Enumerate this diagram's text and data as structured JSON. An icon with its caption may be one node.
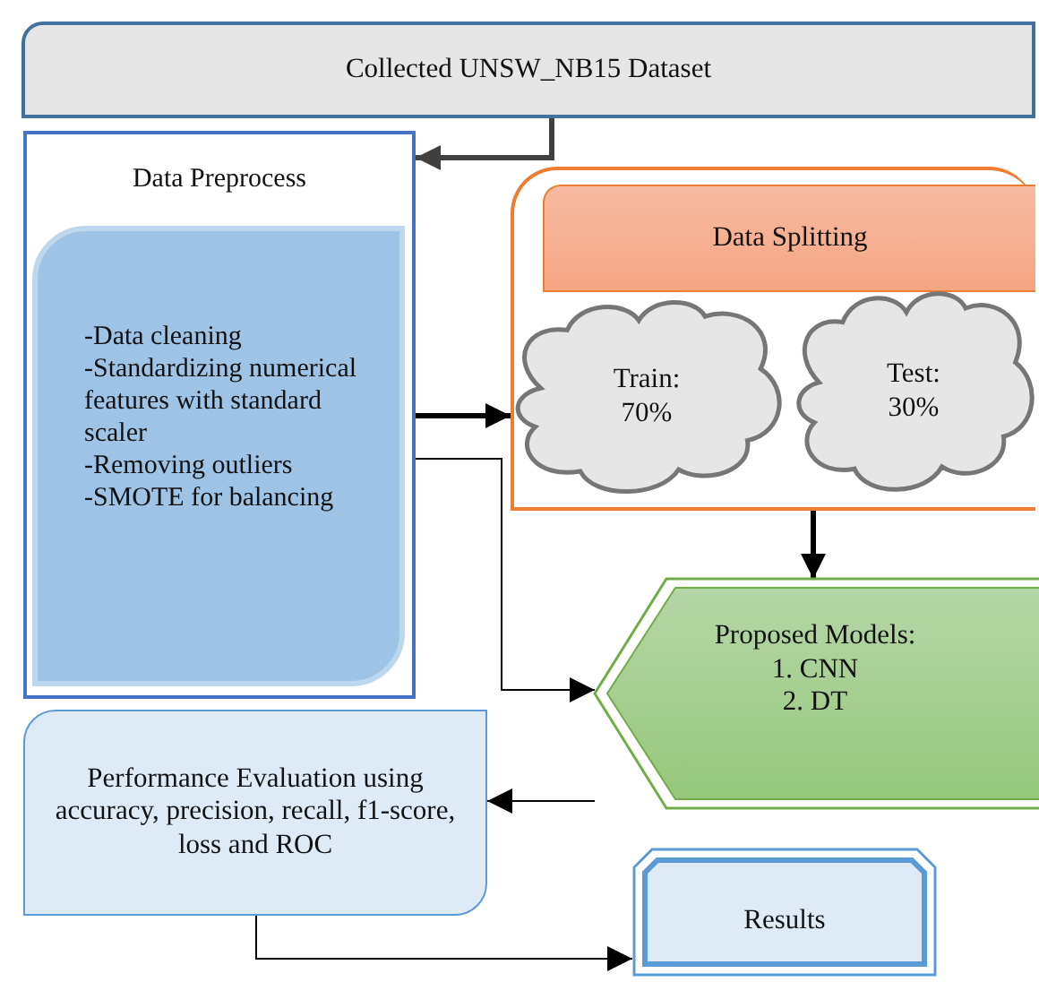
{
  "diagram": {
    "nodes": [
      {
        "text": [
          "Collected UNSW_NB15 Dataset"
        ]
      },
      {
        "text": [
          "Data Preprocess"
        ]
      },
      {
        "text": [
          "-Data cleaning",
          "-Standardizing numerical features with standard scaler",
          "-Removing outliers",
          "-SMOTE for balancing"
        ],
        "in": 1
      },
      {
        "text": [
          "Data Splitting"
        ]
      },
      {
        "text": [
          "Train: 70%"
        ],
        "in": 3
      },
      {
        "text": [
          "Test: 30%"
        ],
        "in": 3
      },
      {
        "text": [
          "Proposed Models:",
          "1. CNN",
          "2. DT"
        ]
      },
      {
        "text": [
          "Performance Evaluation using accuracy, precision, recall, f1-score, loss and ROC"
        ]
      },
      {
        "text": [
          "Results"
        ]
      }
    ],
    "edges": [
      {
        "from": 0,
        "to": 1,
        "arrow": "to",
        "style": "thick",
        "color": "#404040"
      },
      {
        "from": 1,
        "to": 3,
        "arrow": "to",
        "style": "thick"
      },
      {
        "from": 2,
        "to": 6,
        "arrow": "to"
      },
      {
        "from": 3,
        "to": 6,
        "arrow": "to",
        "style": "thick"
      },
      {
        "from": 6,
        "to": 7,
        "arrow": "to"
      },
      {
        "from": 7,
        "to": 8,
        "arrow": "to"
      }
    ]
  }
}
